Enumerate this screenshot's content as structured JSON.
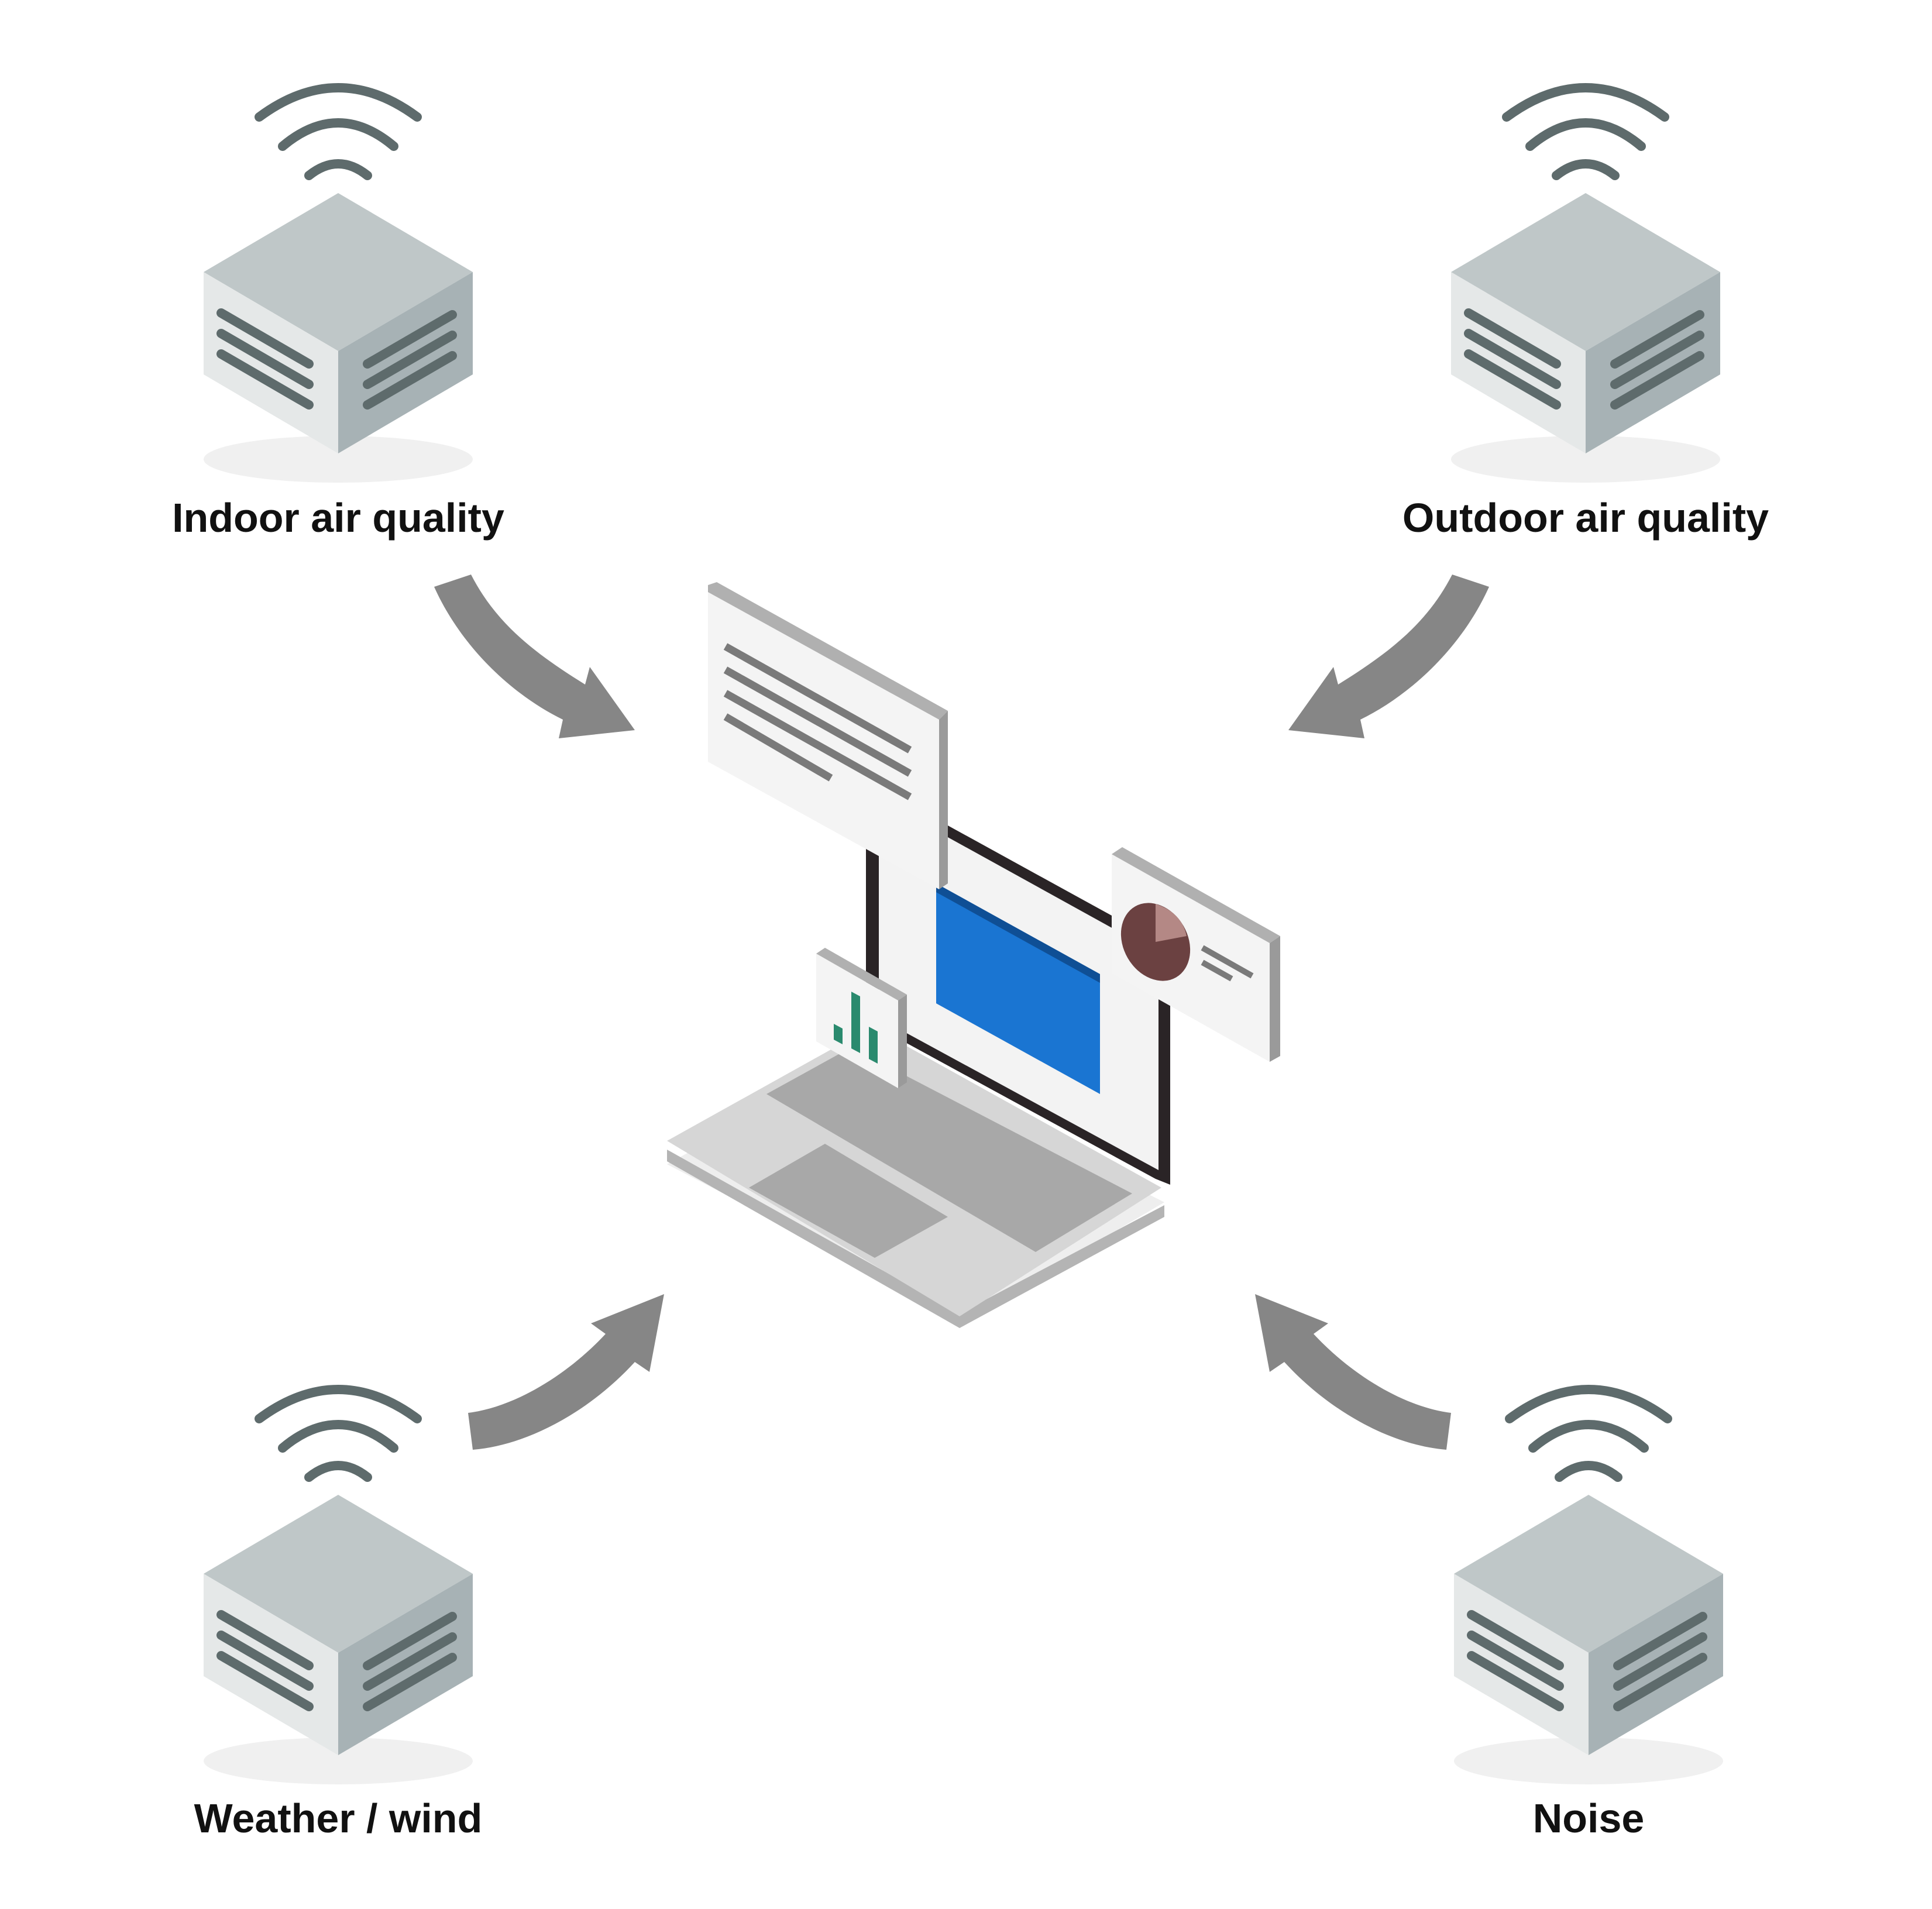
{
  "sensors": [
    {
      "id": "indoor",
      "label": "Indoor air quality"
    },
    {
      "id": "outdoor",
      "label": "Outdoor air quality"
    },
    {
      "id": "weather",
      "label": "Weather / wind"
    },
    {
      "id": "noise",
      "label": "Noise"
    }
  ],
  "colors": {
    "cube_top": "#bfc7c8",
    "cube_left": "#e5e8e8",
    "cube_right": "#a7b2b5",
    "vent": "#5e6b6c",
    "wifi": "#5e6b6c",
    "arrow": "#868686",
    "screen": "#1a75d2",
    "chart_bars": "#2a8a6e",
    "pie": "#6b4141",
    "pie_slice": "#b48885"
  },
  "icons": [
    "sensor-cube-icon",
    "wifi-signal-icon",
    "laptop-icon",
    "arrow-icon",
    "document-panel-icon",
    "bar-chart-icon",
    "pie-chart-icon"
  ]
}
